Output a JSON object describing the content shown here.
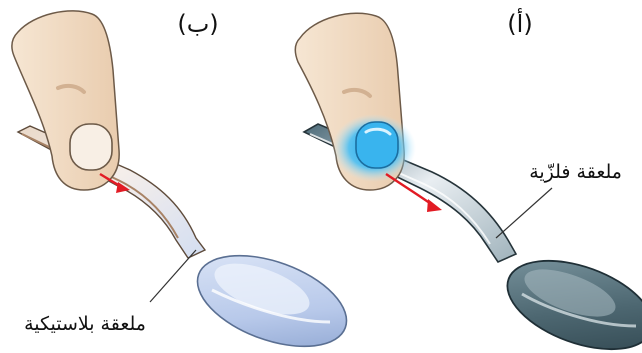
{
  "panels": {
    "left": {
      "label": "(ب)",
      "caption": "ملعقة بلاستيكية"
    },
    "right": {
      "label": "(أ)",
      "caption": "ملعقة فلزّية"
    }
  },
  "colors": {
    "finger_skin": "#f1dcc4",
    "finger_outline": "#6d5a48",
    "arrow": "#e21b24",
    "plastic_spoon_bowl": "#c5d4ef",
    "metal_spoon_bowl": "#4f6b75",
    "heat_glow": "#2fb3f0"
  }
}
